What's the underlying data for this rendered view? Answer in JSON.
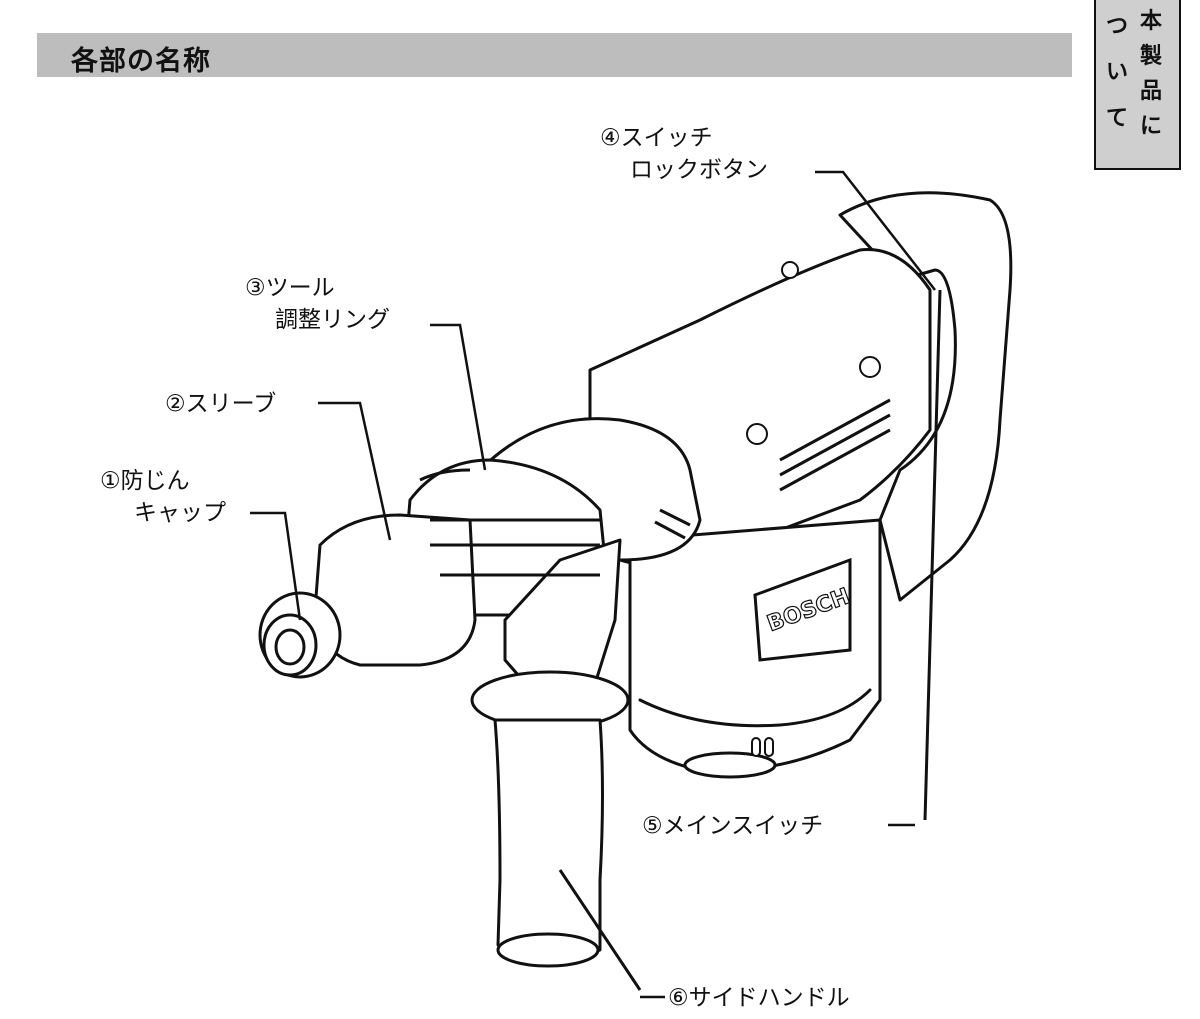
{
  "page_title": "各部の名称",
  "side_tab": {
    "col_left": [
      "つ",
      "い",
      "て"
    ],
    "col_right": [
      "本",
      "製",
      "品",
      "に"
    ]
  },
  "brand_text": "BOSCH",
  "parts": [
    {
      "label_line1": "①防じん",
      "label_line2": "キャップ"
    },
    {
      "label_line1": "②スリーブ",
      "label_line2": ""
    },
    {
      "label_line1": "③ツール",
      "label_line2": "調整リング"
    },
    {
      "label_line1": "④スイッチ",
      "label_line2": "ロックボタン"
    },
    {
      "label_line1": "⑤メインスイッチ",
      "label_line2": ""
    },
    {
      "label_line1": "⑥サイドハンドル",
      "label_line2": ""
    }
  ]
}
